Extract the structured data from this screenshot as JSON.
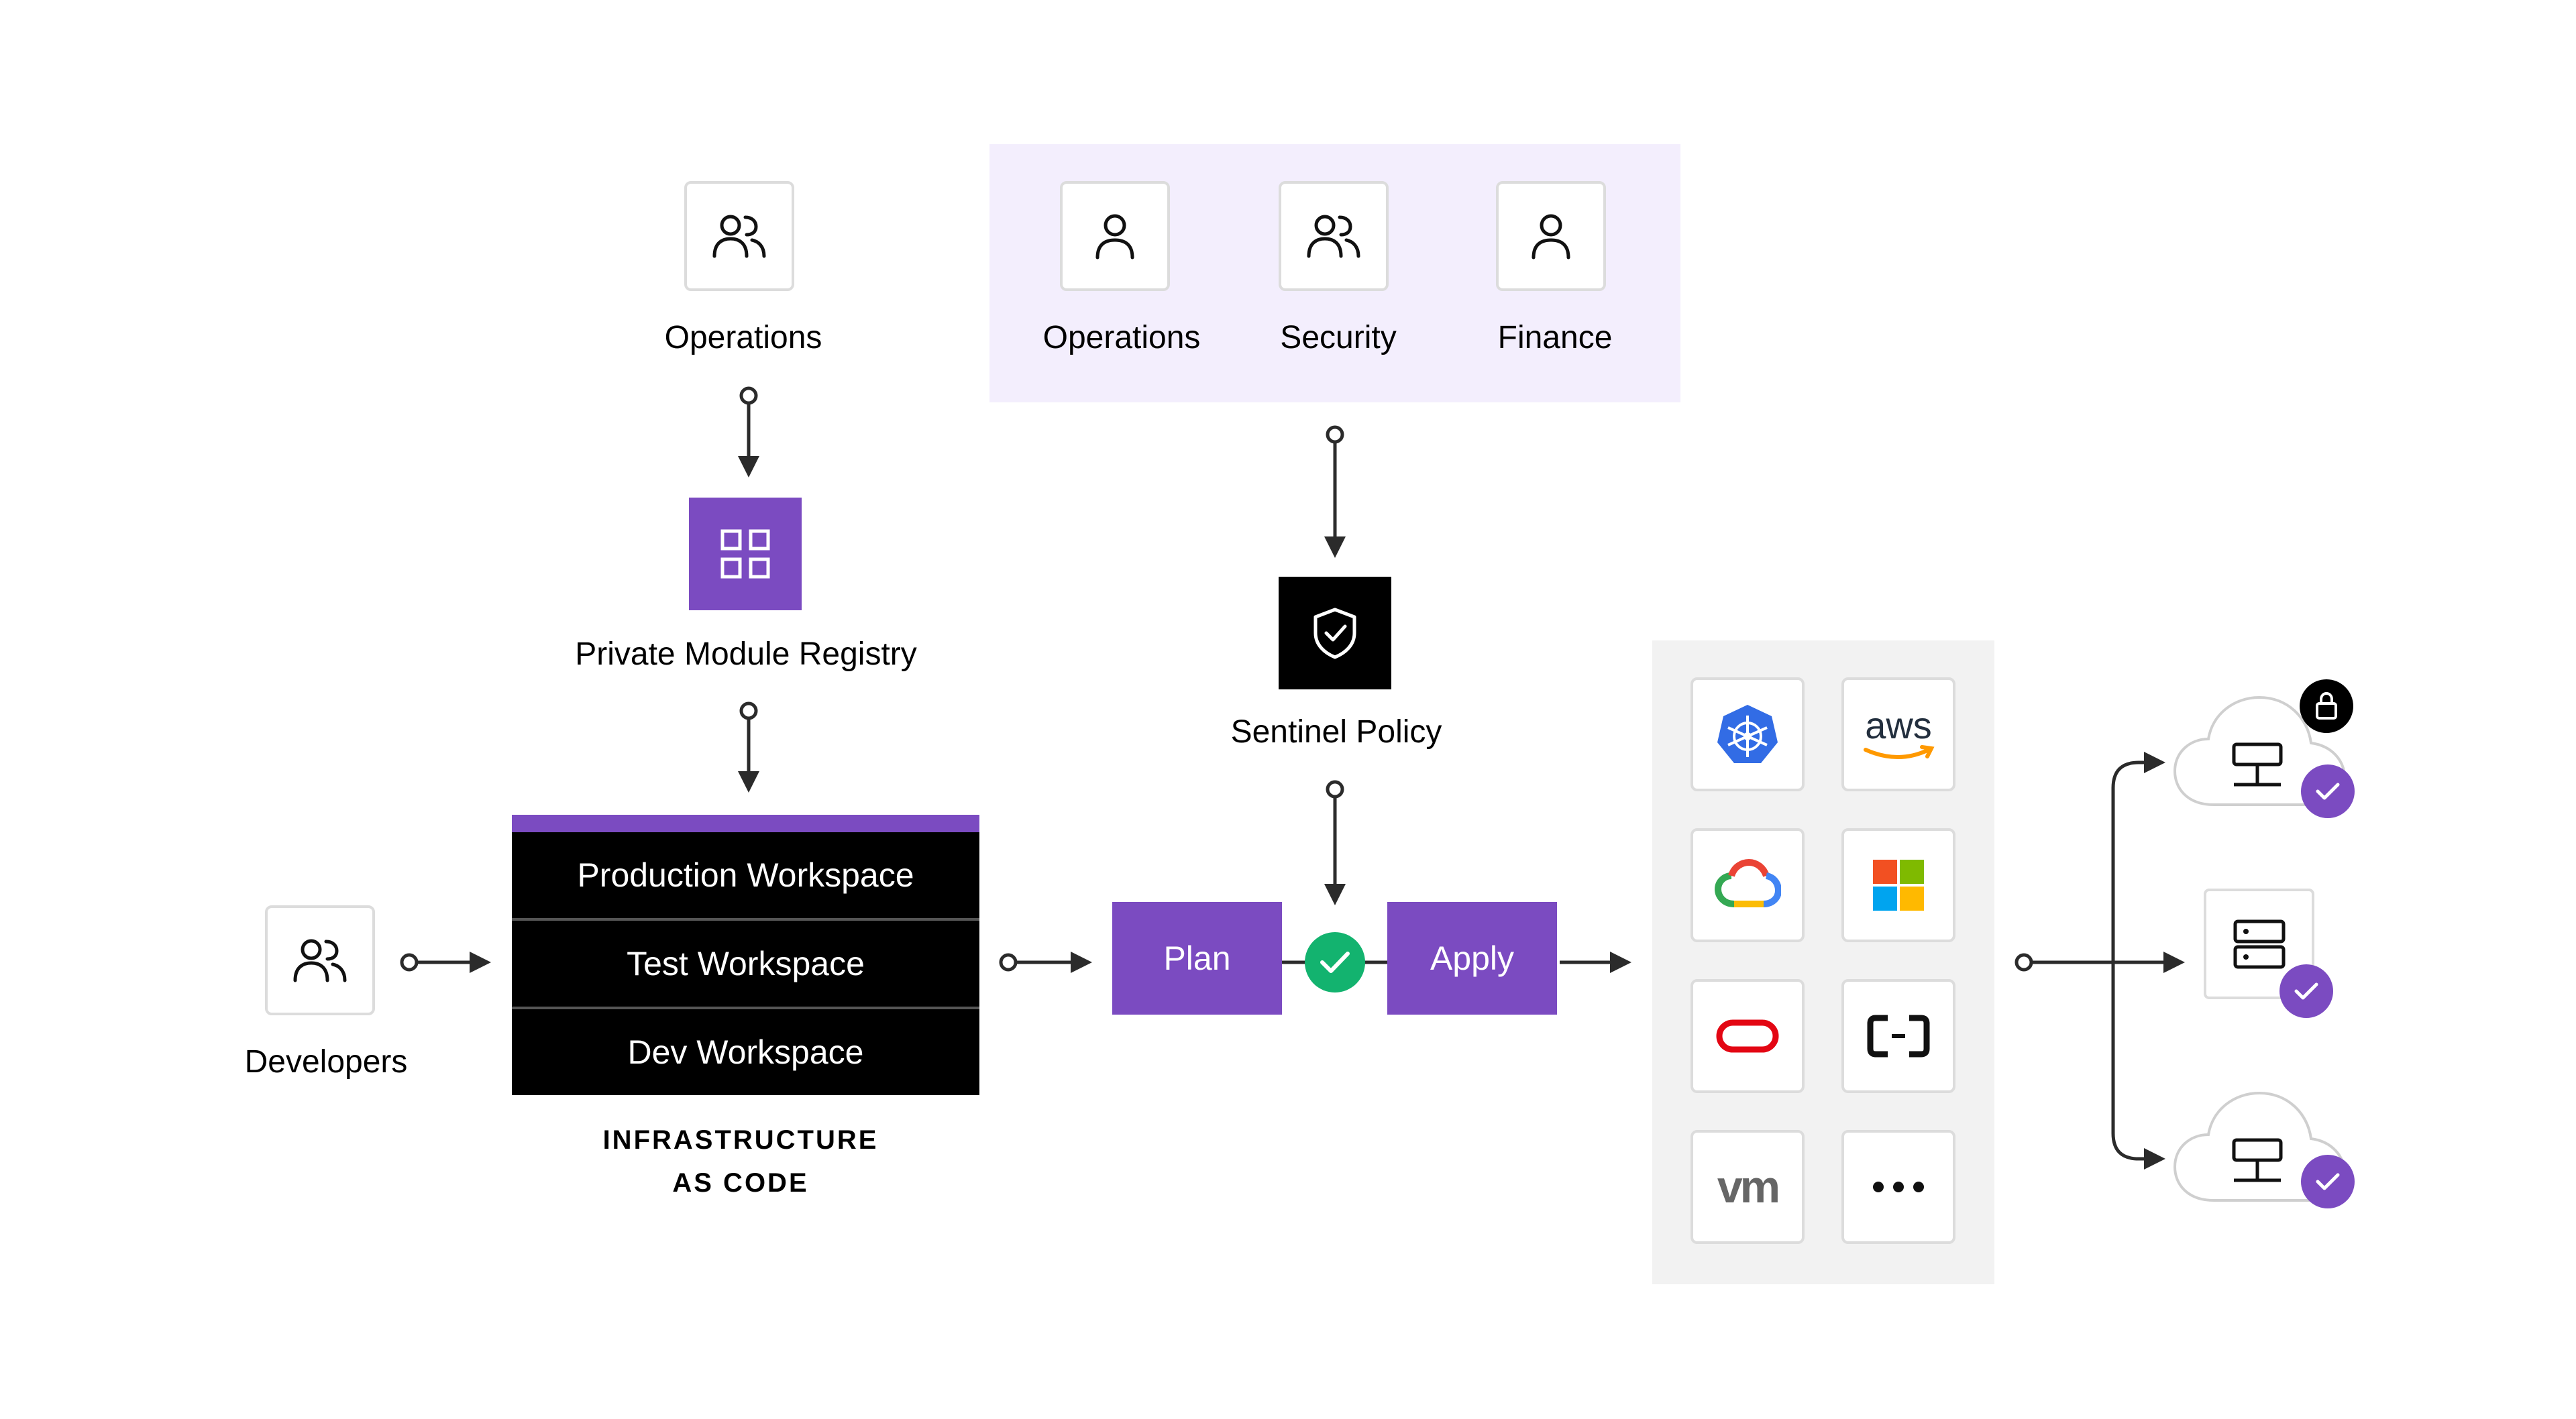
{
  "top_left": {
    "operations_label": "Operations"
  },
  "registry": {
    "label": "Private Module Registry"
  },
  "teams": [
    {
      "label": "Operations",
      "icon": "user-icon"
    },
    {
      "label": "Security",
      "icon": "users-icon"
    },
    {
      "label": "Finance",
      "icon": "user-icon"
    }
  ],
  "policy": {
    "label": "Sentinel Policy"
  },
  "developers": {
    "label": "Developers"
  },
  "workspaces": [
    "Production Workspace",
    "Test Workspace",
    "Dev Workspace"
  ],
  "iac": {
    "line1": "INFRASTRUCTURE",
    "line2": "AS CODE"
  },
  "pipeline": {
    "plan": "Plan",
    "apply": "Apply"
  },
  "providers": [
    "kubernetes-icon",
    "aws-icon",
    "google-cloud-icon",
    "microsoft-icon",
    "oracle-icon",
    "alibaba-cloud-icon",
    "vmware-icon",
    "more-icon"
  ],
  "provider_text": {
    "aws": "aws",
    "vm": "vm"
  },
  "colors": {
    "purple": "#7b4bc1",
    "green": "#13b36f",
    "panel_purple": "#f3eefd",
    "panel_grey": "#f2f2f2"
  }
}
